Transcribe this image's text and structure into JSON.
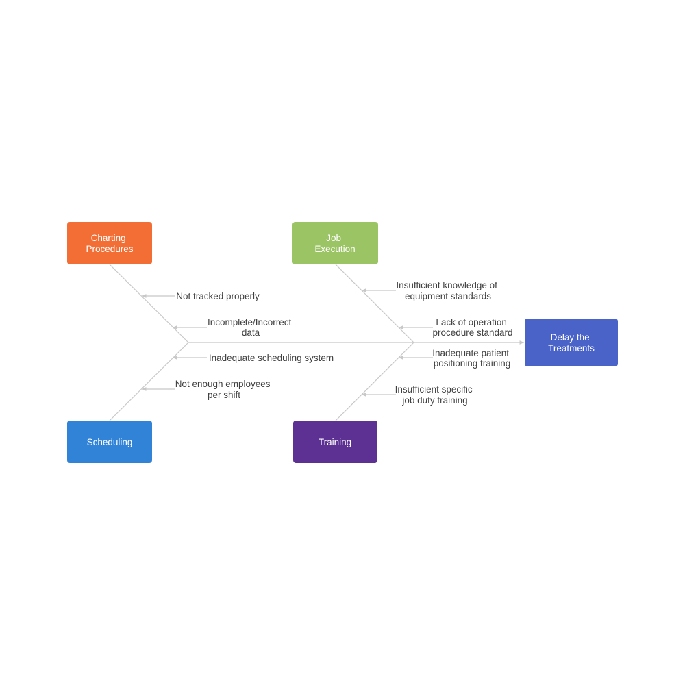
{
  "colors": {
    "charting": "#f26e35",
    "job_execution": "#9bc464",
    "scheduling": "#3183d8",
    "training": "#5c3193",
    "effect": "#4a63c9",
    "line": "#c8c8c8",
    "text": "#404040"
  },
  "effect": {
    "lines": [
      "Delay the",
      "Treatments"
    ]
  },
  "categories": {
    "charting": {
      "lines": [
        "Charting",
        "Procedures"
      ]
    },
    "job_execution": {
      "lines": [
        "Job",
        "Execution"
      ]
    },
    "scheduling": {
      "lines": [
        "Scheduling"
      ]
    },
    "training": {
      "lines": [
        "Training"
      ]
    }
  },
  "causes": {
    "charting_1": {
      "lines": [
        "Not tracked properly"
      ]
    },
    "charting_2": {
      "lines": [
        "Incomplete/Incorrect",
        "data"
      ]
    },
    "scheduling_1": {
      "lines": [
        "Inadequate scheduling system"
      ]
    },
    "scheduling_2": {
      "lines": [
        "Not enough employees",
        "per shift"
      ]
    },
    "job_execution_1": {
      "lines": [
        "Insufficient knowledge of",
        "equipment standards"
      ]
    },
    "job_execution_2": {
      "lines": [
        "Lack of operation",
        "procedure standard"
      ]
    },
    "training_1": {
      "lines": [
        "Inadequate patient",
        "positioning training"
      ]
    },
    "training_2": {
      "lines": [
        "Insufficient specific",
        "job duty training"
      ]
    }
  }
}
